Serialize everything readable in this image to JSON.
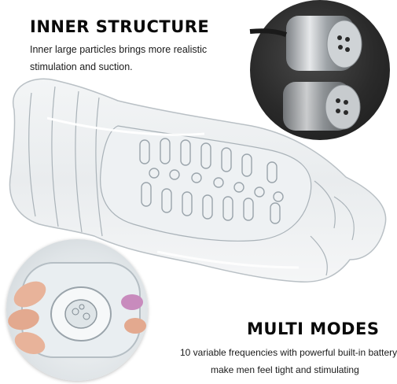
{
  "inner_structure": {
    "title": "INNER STRUCTURE",
    "description_line1": "Inner large particles brings more realistic",
    "description_line2": "stimulation and suction."
  },
  "multi_modes": {
    "title": "MULTI MODES",
    "description_line1": "10 variable frequencies with powerful built-in battery",
    "description_line2": "make men feel tight and stimulating"
  },
  "colors": {
    "text": "#0a0a0a",
    "background": "#ffffff",
    "metal_dark": "#2a2a2a",
    "metal_light": "#d8dadc"
  }
}
